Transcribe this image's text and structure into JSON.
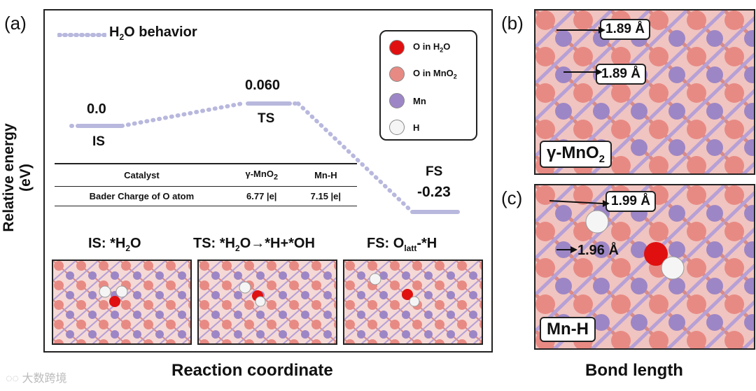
{
  "panels": {
    "a": "(a)",
    "b": "(b)",
    "c": "(c)"
  },
  "watermark": "大数跨境",
  "panel_a": {
    "legend_line": "H2O behavior",
    "ylabel": "Relative energy (eV)",
    "xlabel": "Reaction coordinate",
    "states": [
      {
        "name": "IS",
        "energy_label": "0.0"
      },
      {
        "name": "TS",
        "energy_label": "0.060"
      },
      {
        "name": "FS",
        "energy_label": "-0.23"
      }
    ],
    "table": {
      "headers": [
        "Catalyst",
        "γ-MnO2",
        "Mn-H"
      ],
      "rows": [
        [
          "Bader Charge of O atom",
          "6.77 |e|",
          "7.15 |e|"
        ]
      ]
    },
    "insets": [
      {
        "title": "IS: *H2O"
      },
      {
        "title": "TS: *H2O→*H+*OH"
      },
      {
        "title": "FS: Olatt-*H"
      }
    ],
    "legend": [
      "O in H2O",
      "O in MnO2",
      "Mn",
      "H"
    ]
  },
  "panel_b": {
    "label": "γ-MnO2",
    "distances": [
      "1.89 Å",
      "1.89 Å"
    ]
  },
  "panel_c": {
    "label": "Mn-H",
    "distances": [
      "1.99 Å",
      "1.96 Å"
    ]
  },
  "bottom_right_label": "Bond length",
  "colors": {
    "o_h2o": "#e01010",
    "o_mno2": "#e88a84",
    "mn": "#9d86c6",
    "h": "#f5f5f5",
    "path": "#b8b8de"
  }
}
